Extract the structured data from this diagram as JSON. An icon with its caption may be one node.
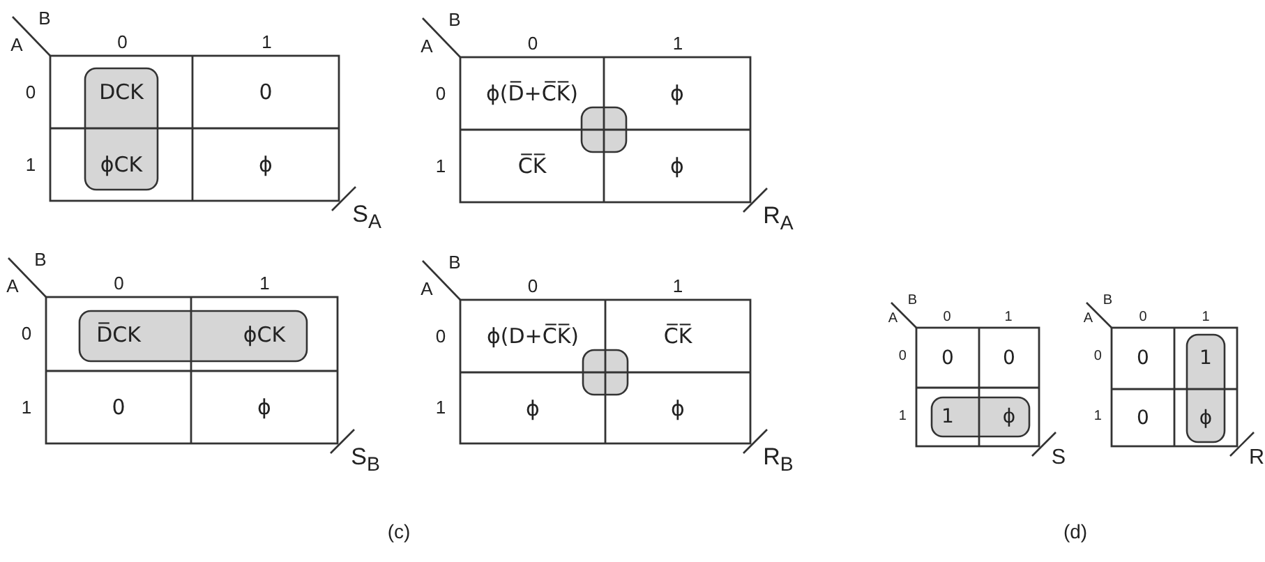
{
  "diagram": {
    "nodes": [
      {
        "text": [
          "DCK"
        ]
      },
      {
        "text": [
          "0"
        ]
      },
      {
        "text": [
          "ϕCK"
        ]
      },
      {
        "text": [
          "ϕ"
        ]
      },
      {
        "text": [
          "ϕ(D̅+C̅K̅)"
        ]
      },
      {
        "text": [
          "ϕ"
        ]
      },
      {
        "text": [
          "C̅K̅"
        ]
      },
      {
        "text": [
          "ϕ"
        ]
      },
      {
        "text": [
          "D̅CK"
        ]
      },
      {
        "text": [
          "ϕCK"
        ]
      },
      {
        "text": [
          "0"
        ]
      },
      {
        "text": [
          "ϕ"
        ]
      },
      {
        "text": [
          "ϕ(D+C̅K̅)"
        ]
      },
      {
        "text": [
          "C̅K̅"
        ]
      },
      {
        "text": [
          "ϕ"
        ]
      },
      {
        "text": [
          "ϕ"
        ]
      },
      {
        "text": [
          "0"
        ]
      },
      {
        "text": [
          "0"
        ]
      },
      {
        "text": [
          "1"
        ]
      },
      {
        "text": [
          "ϕ"
        ]
      },
      {
        "text": [
          "0"
        ]
      },
      {
        "text": [
          "1"
        ]
      },
      {
        "text": [
          "0"
        ]
      },
      {
        "text": [
          "ϕ"
        ]
      }
    ],
    "labels": [
      "B",
      "A",
      "0",
      "1",
      "0",
      "1",
      "S$_{A}$",
      "B",
      "A",
      "0",
      "1",
      "0",
      "1",
      "R$_{A}$",
      "B",
      "A",
      "0",
      "1",
      "0",
      "1",
      "S$_{B}$",
      "B",
      "A",
      "0",
      "1",
      "0",
      "1",
      "R$_{B}$",
      "B",
      "A",
      "0",
      "1",
      "0",
      "1",
      "S",
      "B",
      "A",
      "0",
      "1",
      "0",
      "1",
      "R",
      "(c)",
      "(d)"
    ]
  }
}
